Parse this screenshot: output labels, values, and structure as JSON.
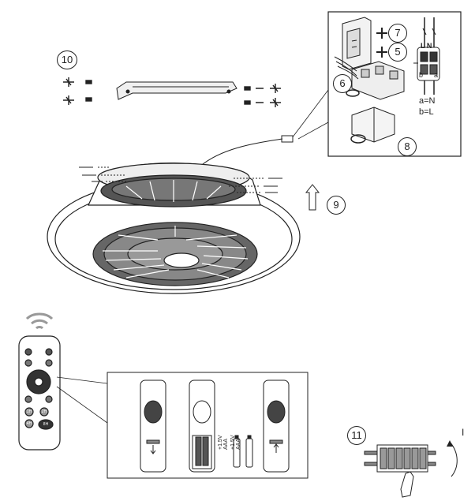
{
  "steps": {
    "s5": "5",
    "s6": "6",
    "s7": "7",
    "s8": "8",
    "s9": "9",
    "s10": "10",
    "s11": "11"
  },
  "terminal": {
    "top_label": "L  N",
    "b_label": "b",
    "a_label": "a",
    "legend_a": "a=N",
    "legend_b": "b=L"
  },
  "battery": {
    "label_1": "+1.5V AAA",
    "label_2": "+1.5V AAA"
  },
  "breaker": {
    "state_label": "I"
  },
  "remote": {
    "buttons": [
      "1H",
      "2H",
      "4H",
      "8H"
    ]
  }
}
